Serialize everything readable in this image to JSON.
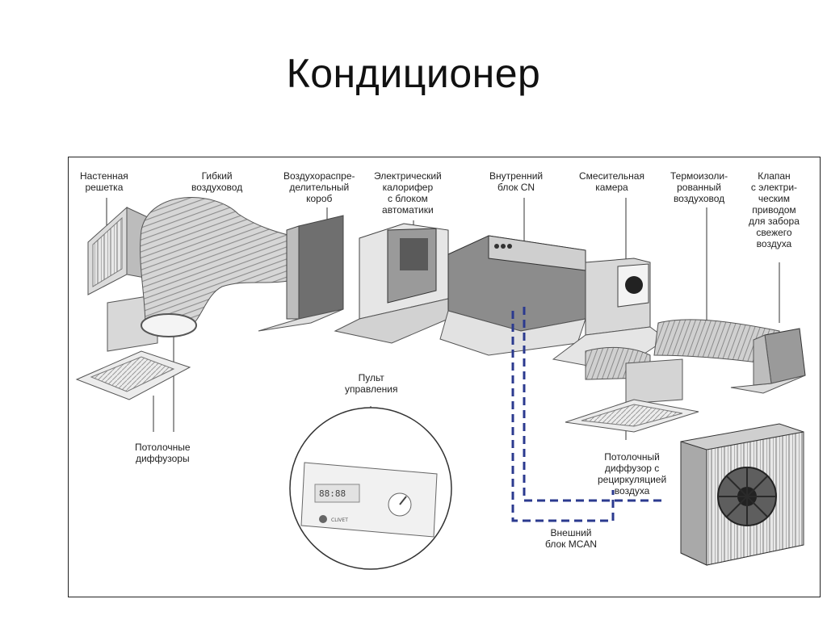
{
  "slide": {
    "title": "Кондиционер"
  },
  "diagram": {
    "labels": {
      "wall_grille": [
        "Настенная",
        "решетка"
      ],
      "flexible_duct": [
        "Гибкий",
        "воздуховод"
      ],
      "distribution_box": [
        "Воздухораспре-",
        "делительный",
        "короб"
      ],
      "electric_heater": [
        "Электрический",
        "калорифер",
        "с блоком",
        "автоматики"
      ],
      "indoor_unit": [
        "Внутренний",
        "блок CN"
      ],
      "mixing_chamber": [
        "Смесительная",
        "камера"
      ],
      "insulated_duct": [
        "Термоизоли-",
        "рованный",
        "воздуховод"
      ],
      "fresh_air_valve": [
        "Клапан",
        "с электри-",
        "ческим",
        "приводом",
        "для забора",
        "свежего",
        "воздуха"
      ],
      "control_panel": [
        "Пульт",
        "управления"
      ],
      "ceiling_diffusers": [
        "Потолочные",
        "диффузоры"
      ],
      "recirc_diffuser": [
        "Потолочный",
        "диффузор с",
        "рециркуляцией",
        "воздуха"
      ],
      "outdoor_unit": [
        "Внешний",
        "блок MCAN"
      ]
    },
    "remote_brand": "CLIVET",
    "colors": {
      "line": "#333333",
      "wiring": "#2b3a8f",
      "metal": "#bdbdbd",
      "metal_dark": "#7a7a7a"
    }
  }
}
